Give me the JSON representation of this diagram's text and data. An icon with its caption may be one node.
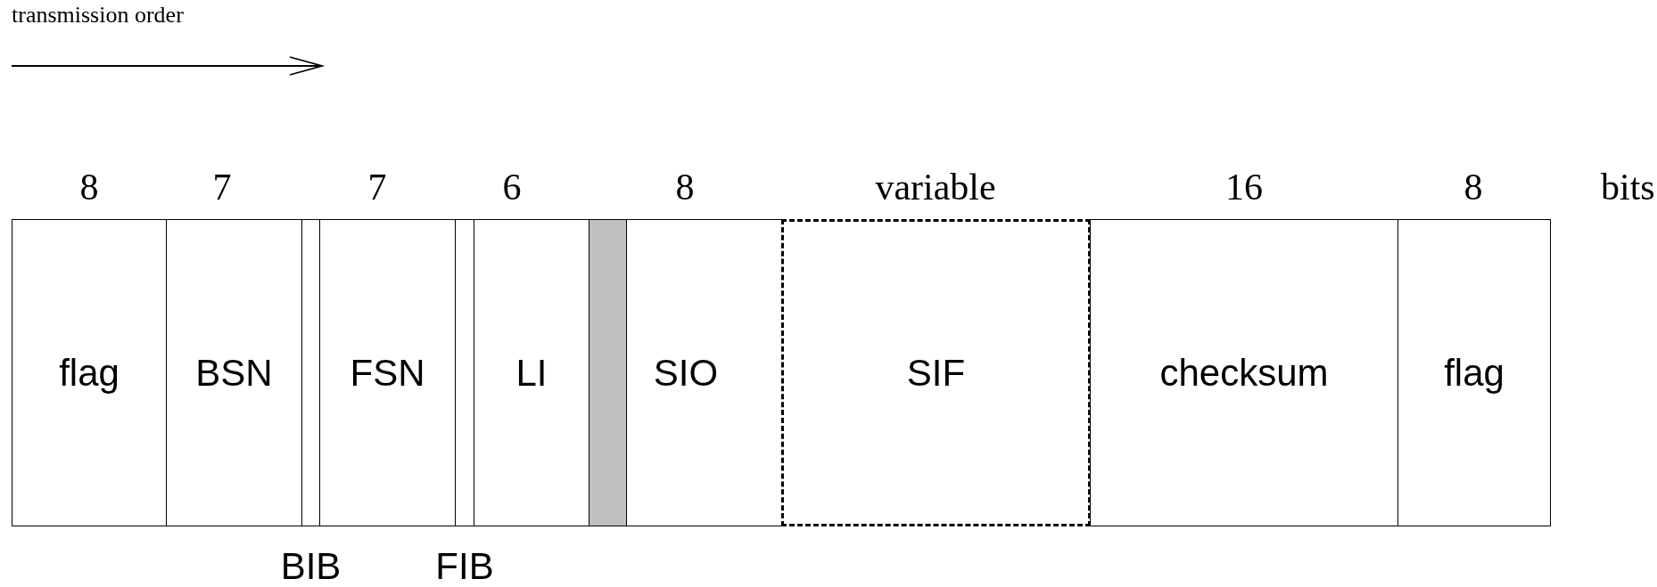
{
  "diagram": {
    "nodes": [
      {
        "text": [
          "flag"
        ]
      },
      {
        "text": [
          "BSN"
        ]
      },
      {
        "text": [
          "BIB"
        ]
      },
      {
        "text": [
          "FSN"
        ]
      },
      {
        "text": [
          "FIB"
        ]
      },
      {
        "text": [
          "LI"
        ]
      },
      {
        "text": [],
        "shape": "box"
      },
      {
        "text": [
          "SIO"
        ]
      },
      {
        "text": [
          "SIF"
        ]
      },
      {
        "text": [
          "checksum"
        ]
      },
      {
        "text": [
          "flag"
        ]
      }
    ],
    "edges": [],
    "labels": [
      "transmission order",
      "8",
      "7",
      "7",
      "6",
      "8",
      "variable",
      "16",
      "8",
      "bits"
    ]
  }
}
